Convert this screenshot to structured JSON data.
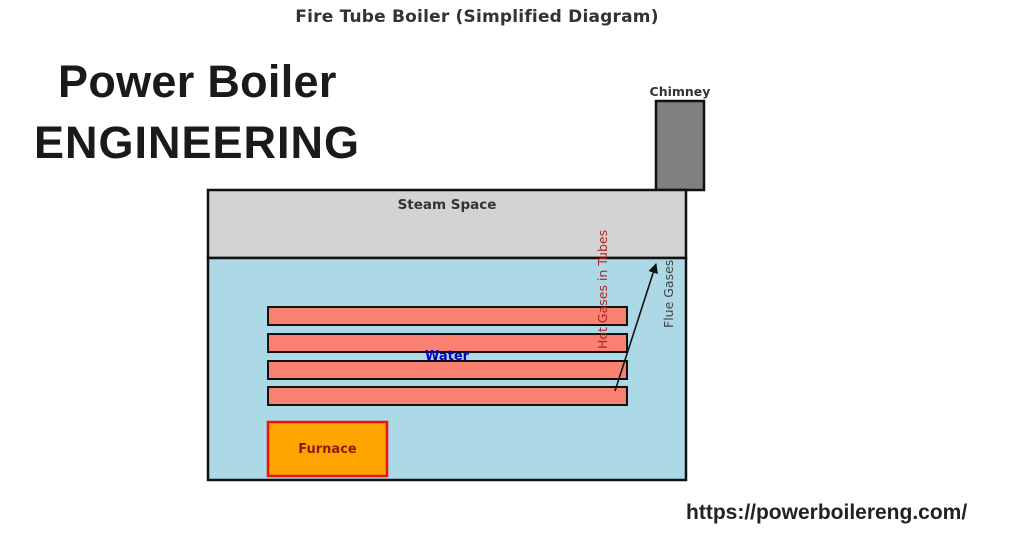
{
  "diagram": {
    "title": "Fire Tube Boiler (Simplified Diagram)",
    "labels": {
      "chimney": "Chimney",
      "steam_space": "Steam Space",
      "water": "Water",
      "furnace": "Furnace",
      "hot_gases": "Hot Gases in Tubes",
      "flue_gases": "Flue Gases"
    },
    "colors": {
      "steam_space": "#d3d3d3",
      "water": "#add8e6",
      "tubes": "#fa8072",
      "furnace_fill": "#ffa500",
      "furnace_border": "#ee1111",
      "chimney": "#808080",
      "outline": "#111111",
      "water_label": "#0000cc",
      "furnace_label": "#8b1a1a",
      "hot_gases_label": "#b22222",
      "flue_gases_label": "#444444"
    },
    "tube_count": 4
  },
  "branding": {
    "line1": "Power Boiler",
    "line2": "ENGINEERING",
    "url": "https://powerboilereng.com/"
  }
}
